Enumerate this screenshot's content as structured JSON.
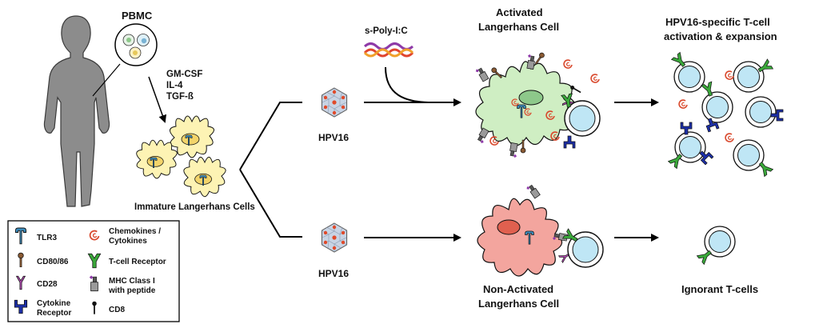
{
  "labels": {
    "pbmc": "PBMC",
    "cytokines_line1": "GM-CSF",
    "cytokines_line2": "IL-4",
    "cytokines_line3": "TGF-ß",
    "immature": "Immature Langerhans Cells",
    "hpv_top": "HPV16",
    "hpv_bottom": "HPV16",
    "adjuvant": "s-Poly-I:C",
    "activated_line1": "Activated",
    "activated_line2": "Langerhans Cell",
    "nonactivated_line1": "Non-Activated",
    "nonactivated_line2": "Langerhans Cell",
    "expansion_line1": "HPV16-specific T-cell",
    "expansion_line2": "activation & expansion",
    "ignorant": "Ignorant T-cells"
  },
  "legend": {
    "tlr3": "TLR3",
    "cd80": "CD80/86",
    "cd28": "CD28",
    "cytokine_receptor_line1": "Cytokine",
    "cytokine_receptor_line2": "Receptor",
    "chemokines_line1": "Chemokines /",
    "chemokines_line2": "Cytokines",
    "tcr": "T-cell Receptor",
    "mhc_line1": "MHC Class I",
    "mhc_line2": "with peptide",
    "cd8": "CD8"
  },
  "colors": {
    "silhouette": "#8c8c8c",
    "immature_cell": "#fdf3b4",
    "immature_nucleus": "#f3d46a",
    "activated_cell": "#cfeec3",
    "activated_nucleus": "#8dc88a",
    "nonactivated_cell": "#f3a59e",
    "nonactivated_nucleus": "#e0604f",
    "tcell": "#bfe6f5",
    "tlr3": "#3d8fc0",
    "cd80": "#8a5a33",
    "cd28": "#b84db8",
    "cytokine_receptor": "#1c2fa8",
    "chemokine": "#d94a2e",
    "tcr": "#3aa83a",
    "virus_face": "#c8d4e4",
    "virus_spot": "#e04a2a",
    "polyic_a": "#e0452f",
    "polyic_b": "#f0a02a",
    "polyic_c": "#8e3aa8"
  }
}
